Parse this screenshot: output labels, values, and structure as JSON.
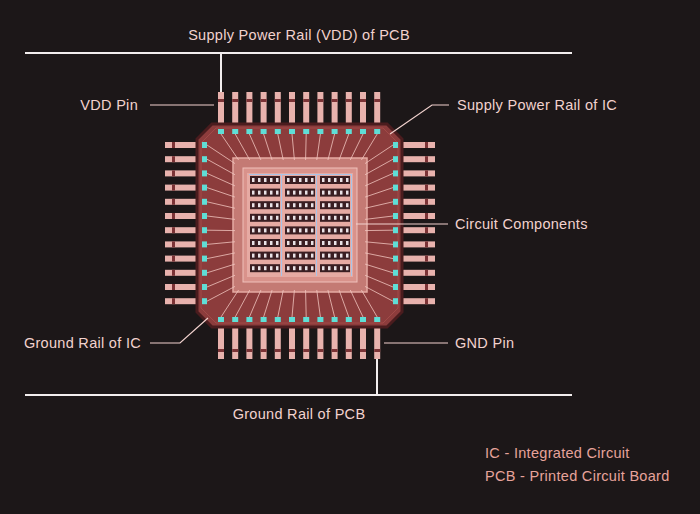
{
  "diagram": {
    "labels": [
      "Supply Power Rail (VDD) of PCB",
      "VDD Pin",
      "Supply Power Rail of IC",
      "Circuit Components",
      "Ground Rail of IC",
      "GND Pin",
      "Ground Rail of PCB",
      "IC - Integrated Circuit",
      "PCB - Printed Circuit Board"
    ]
  }
}
